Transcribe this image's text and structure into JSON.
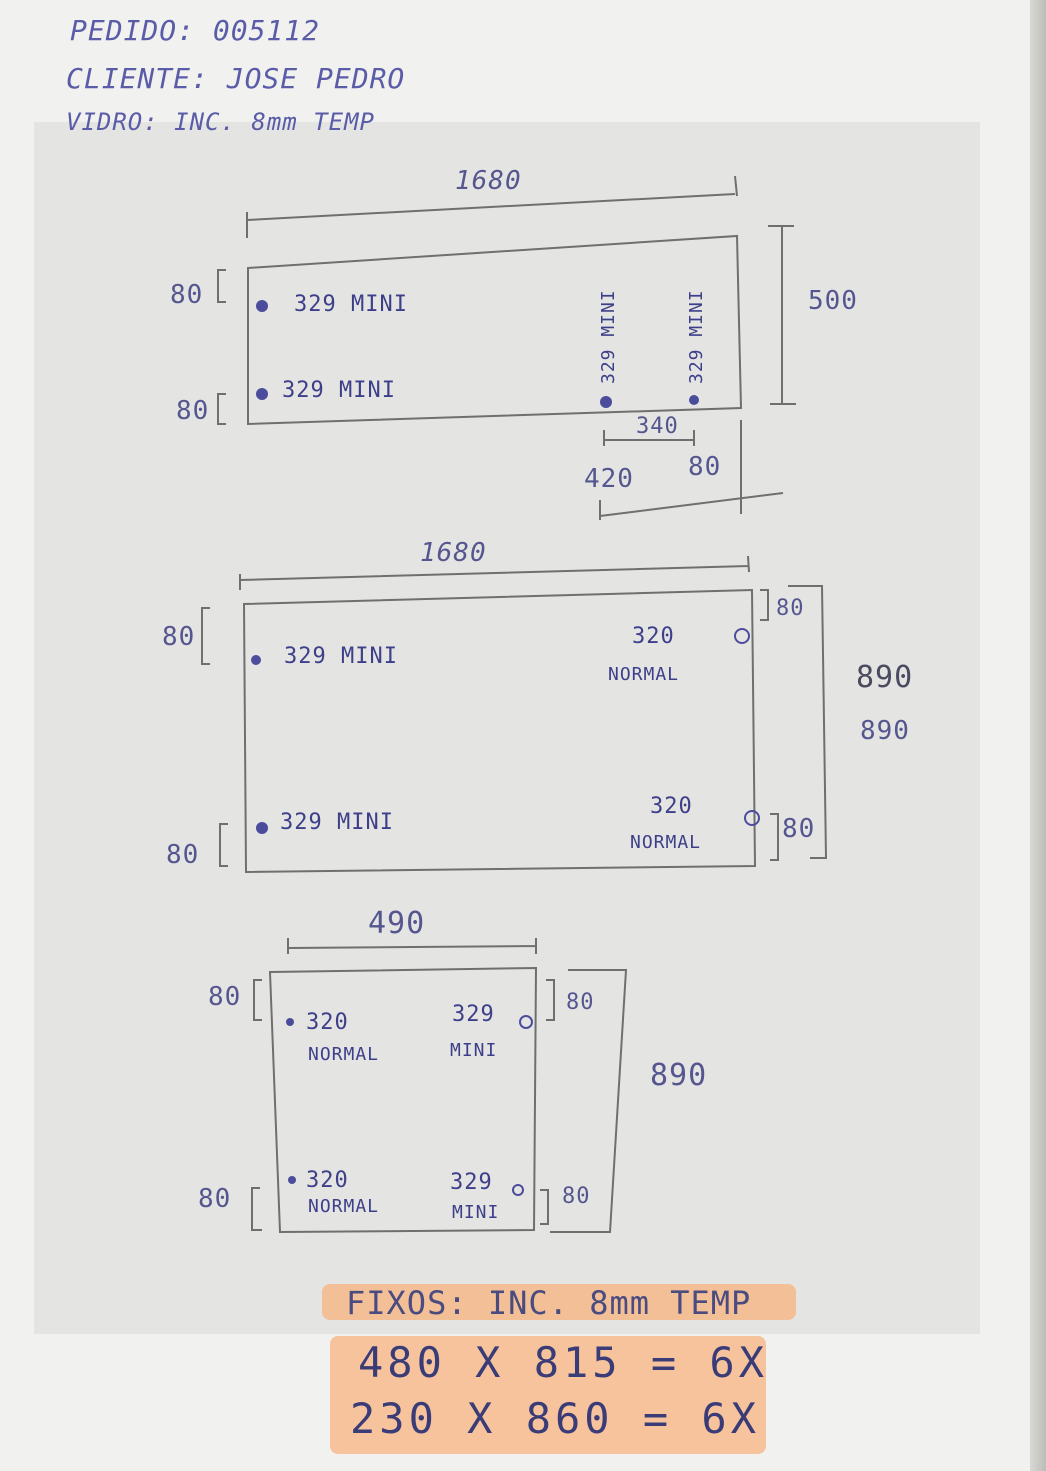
{
  "header": {
    "pedido": "PEDIDO: 005112",
    "cliente": "CLIENTE: JOSE PEDRO",
    "vidro": "VIDRO: INC. 8mm TEMP"
  },
  "panel1": {
    "width": "1680",
    "height": "500",
    "offset_top": "80",
    "offset_bottom": "80",
    "hole1": "329 MINI",
    "hole2": "329 MINI",
    "vhole1": "329 MINI",
    "vhole2": "329 MINI",
    "spacing": "340",
    "from_right_a": "420",
    "from_right_b": "80"
  },
  "panel2": {
    "width": "1680",
    "height_a": "890",
    "height_b": "890",
    "offset_tl": "80",
    "offset_bl": "80",
    "offset_tr": "80",
    "offset_br": "80",
    "hole_tl": "329 MINI",
    "hole_bl": "329 MINI",
    "hole_tr_num": "320",
    "hole_tr_txt": "NORMAL",
    "hole_br_num": "320",
    "hole_br_txt": "NORMAL"
  },
  "panel3": {
    "width": "490",
    "height": "890",
    "offset_tl": "80",
    "offset_bl": "80",
    "offset_tr": "80",
    "offset_br": "80",
    "hole_tl_num": "320",
    "hole_tl_txt": "NORMAL",
    "hole_bl_num": "320",
    "hole_bl_txt": "NORMAL",
    "hole_tr_num": "329",
    "hole_tr_txt": "MINI",
    "hole_br_num": "329",
    "hole_br_txt": "MINI"
  },
  "fixos": {
    "title": "FIXOS: INC. 8mm TEMP",
    "line1": "480 X 815 = 6X",
    "line2": "230 X 860 = 6X"
  },
  "colors": {
    "ink": "#4d4fa8",
    "pencil": "#6b6b6b",
    "highlight": "#f7a866"
  }
}
